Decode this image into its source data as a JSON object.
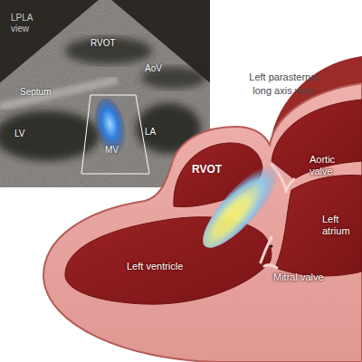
{
  "diagram": {
    "title": "Left parasternal long axis view",
    "labels": [
      "LPLA view",
      "RVOT",
      "Septum",
      "AoV",
      "LV",
      "MV",
      "LA",
      "RVOT",
      "Aortic valve",
      "Left atrium",
      "Left ventricle",
      "Mitral valve"
    ]
  }
}
